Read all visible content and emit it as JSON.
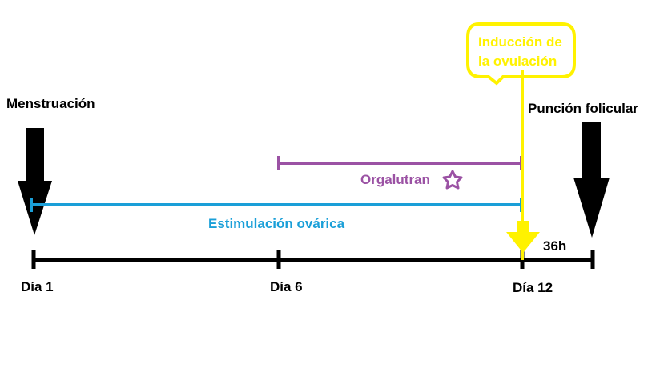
{
  "labels": {
    "menstruacion": "Menstruación",
    "puncion": "Punción folicular",
    "induccion_line1": "Inducción de",
    "induccion_line2": "la ovulación",
    "orgalutran": "Orgalutran",
    "estimulacion": "Estimulación ovárica",
    "hours": "36h"
  },
  "timeline": {
    "ticks": [
      "Día 1",
      "Día 6",
      "Día 12"
    ]
  },
  "colors": {
    "timeline": "#000000",
    "estimulacion": "#1a9fd8",
    "orgalutran": "#9b52a4",
    "induccion": "#fff200",
    "arrow": "#000000"
  },
  "icons": {
    "orgalutran_marker": "star-icon"
  }
}
